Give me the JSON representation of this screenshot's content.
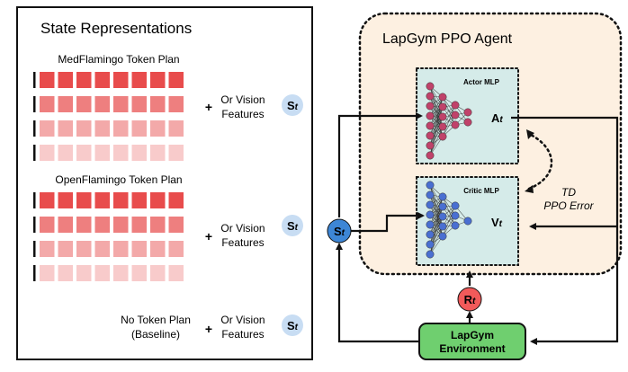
{
  "left_panel": {
    "title": "State Representations",
    "groups": [
      {
        "label": "MedFlamingo Token Plan",
        "or_vision_line1": "Or Vision",
        "or_vision_line2": "Features",
        "plus": "+",
        "state_symbol": "S",
        "state_subscript": "t"
      },
      {
        "label": "OpenFlamingo Token Plan",
        "or_vision_line1": "Or Vision",
        "or_vision_line2": "Features",
        "plus": "+",
        "state_symbol": "S",
        "state_subscript": "t"
      },
      {
        "label_line1": "No Token Plan",
        "label_line2": "(Baseline)",
        "or_vision_line1": "Or Vision",
        "or_vision_line2": "Features",
        "plus": "+",
        "state_symbol": "S",
        "state_subscript": "t"
      }
    ],
    "token_row_colors": [
      "#e84c4c",
      "#ee7f7f",
      "#f3a9a9",
      "#f8cbcb"
    ]
  },
  "right_panel": {
    "agent_title": "LapGym PPO Agent",
    "actor": {
      "label": "Actor MLP",
      "output_symbol": "A",
      "output_subscript": "t",
      "node_color": "#c0426a"
    },
    "critic": {
      "label": "Critic MLP",
      "output_symbol": "V",
      "output_subscript": "t",
      "node_color": "#4a6fd1"
    },
    "td_line1": "TD",
    "td_line2": "PPO Error",
    "state_node": {
      "symbol": "S",
      "subscript": "t",
      "color": "#3d86d6"
    },
    "reward_node": {
      "symbol": "R",
      "subscript": "t",
      "color": "#f25a5a"
    },
    "environment": {
      "line1": "LapGym",
      "line2": "Environment",
      "color": "#6fcf6f"
    },
    "agent_bg_color": "#fdf0e1",
    "mlp_bg_color": "#d5ebe9"
  }
}
